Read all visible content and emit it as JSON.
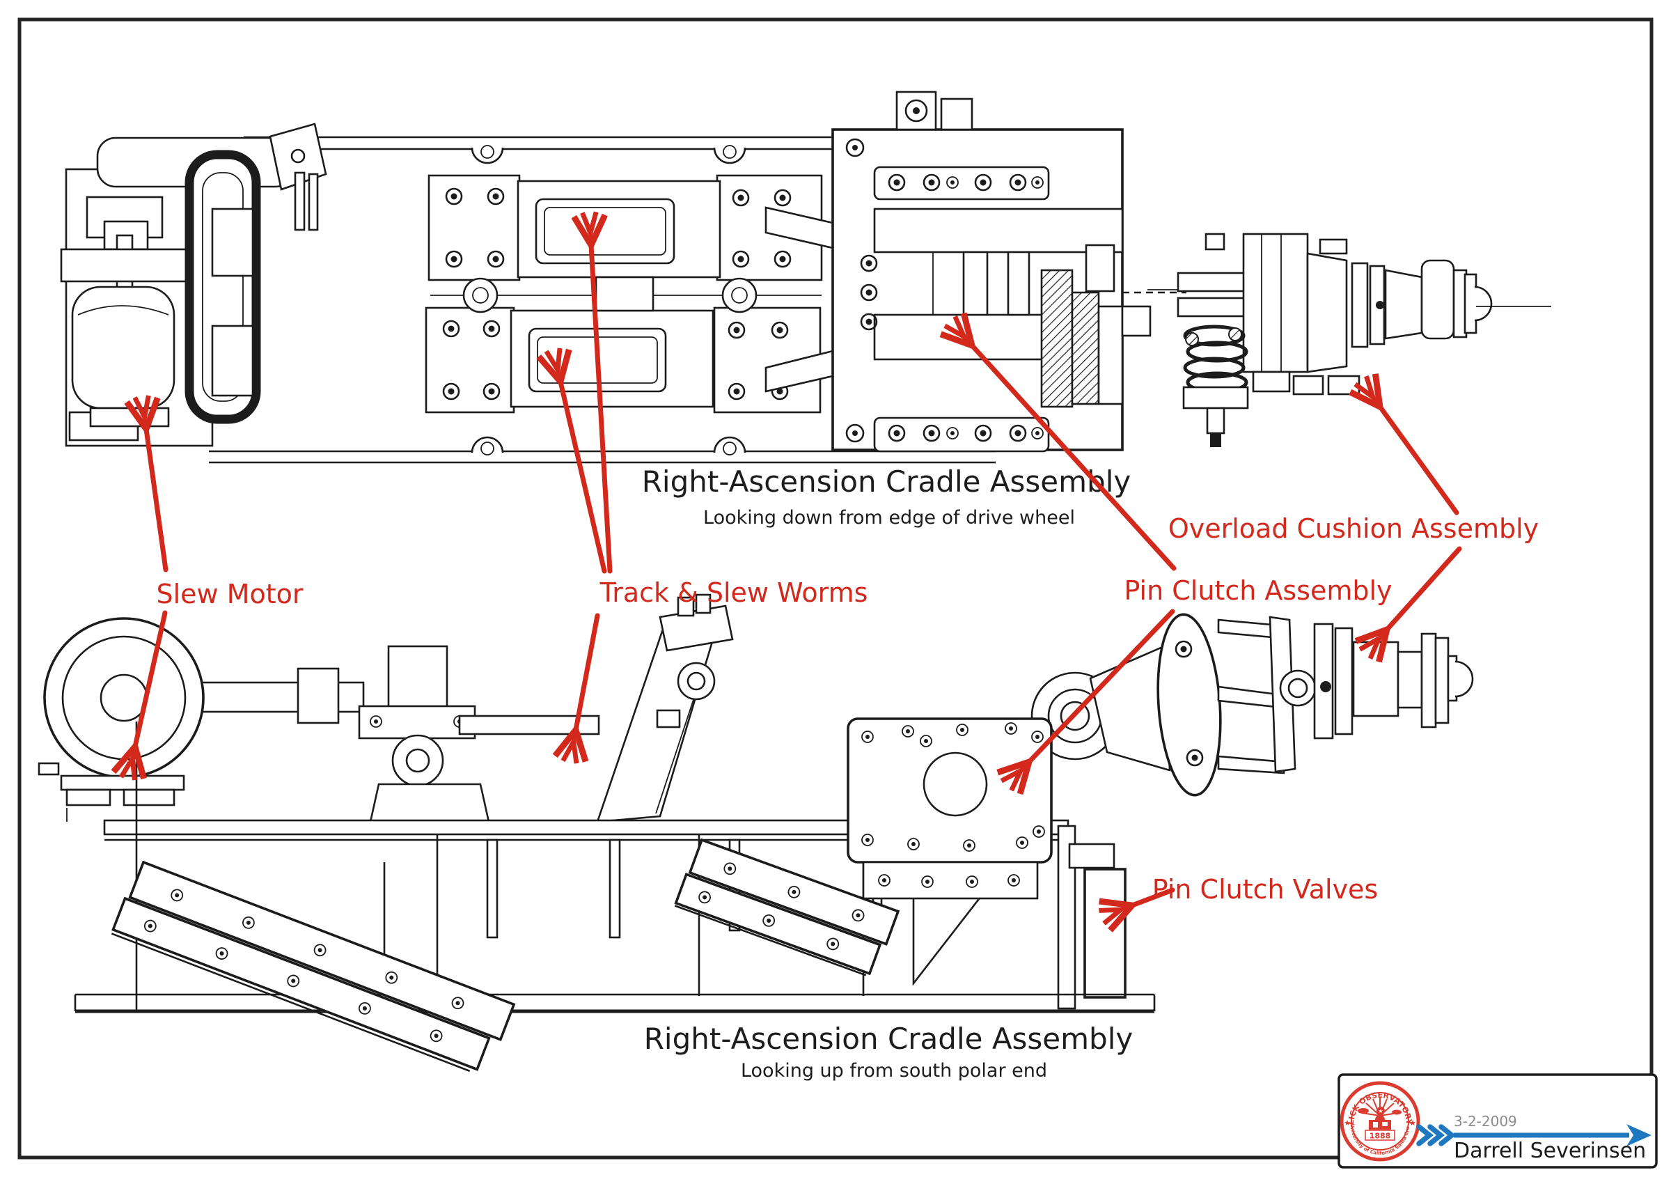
{
  "document": {
    "type": "annotated technical diagram",
    "captions": {
      "top_view": {
        "title": "Right-Ascension Cradle Assembly",
        "subtitle": "Looking down from edge of drive wheel"
      },
      "bottom_view": {
        "title": "Right-Ascension Cradle Assembly",
        "subtitle": "Looking up from south polar end"
      }
    },
    "labels": {
      "slew_motor": "Slew Motor",
      "track_slew_worms": "Track & Slew Worms",
      "pin_clutch_assembly": "Pin Clutch Assembly",
      "overload_cushion_assembly": "Overload Cushion Assembly",
      "pin_clutch_valves": "Pin Clutch Valves"
    },
    "stamp": {
      "seal_top": "LICK OBSERVATORY",
      "seal_bottom": "University of California Santa Cruz",
      "seal_year": "1888",
      "date": "3-2-2009",
      "author": "Darrell Severinsen"
    },
    "colors": {
      "annotation_red": "#d3281c",
      "seal_red": "#dc3b30",
      "arrow_blue": "#1e78c0",
      "ink_black": "#1c1c1c",
      "date_gray": "#8c8c8c"
    }
  }
}
